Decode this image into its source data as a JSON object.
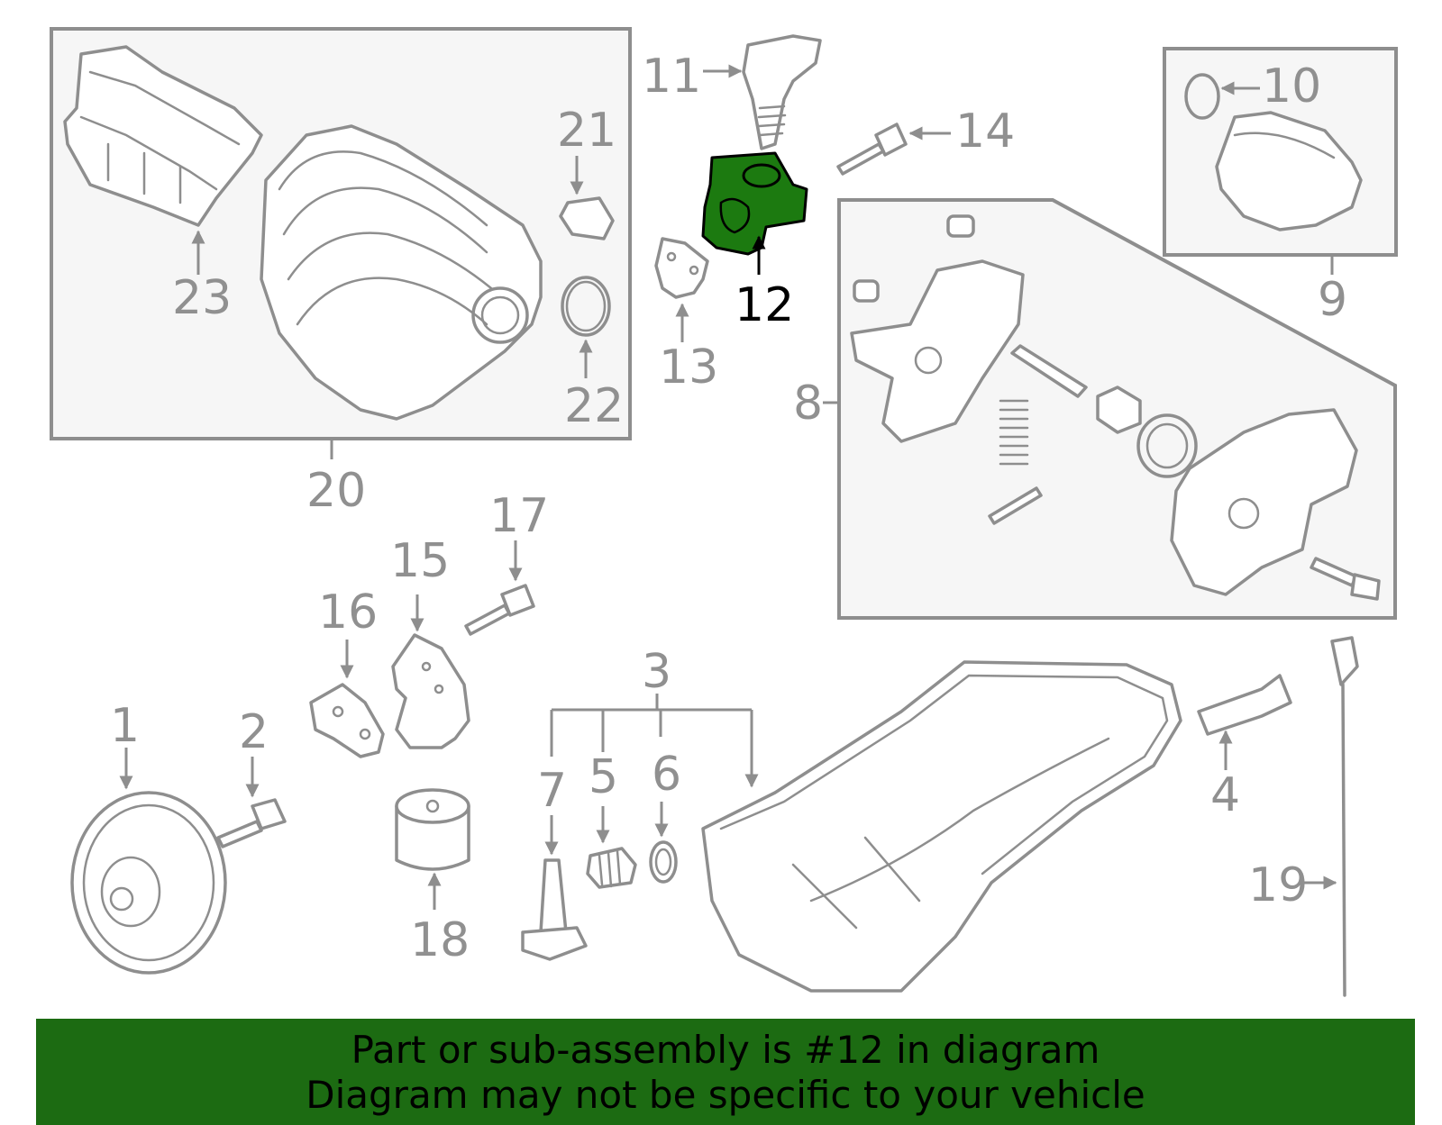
{
  "callouts": {
    "c1": "1",
    "c2": "2",
    "c3": "3",
    "c4": "4",
    "c5": "5",
    "c6": "6",
    "c7": "7",
    "c8": "8",
    "c9": "9",
    "c10": "10",
    "c11": "11",
    "c12": "12",
    "c13": "13",
    "c14": "14",
    "c15": "15",
    "c16": "16",
    "c17": "17",
    "c18": "18",
    "c19": "19",
    "c20": "20",
    "c21": "21",
    "c22": "22",
    "c23": "23"
  },
  "highlighted_part": "12",
  "colors": {
    "highlight": "#1c7a10",
    "banner": "#1c6b12",
    "lines": "#8e8e8e"
  },
  "banner": {
    "line1": "Part or sub-assembly is #12 in diagram",
    "line2": "Diagram may not be specific to your vehicle"
  }
}
